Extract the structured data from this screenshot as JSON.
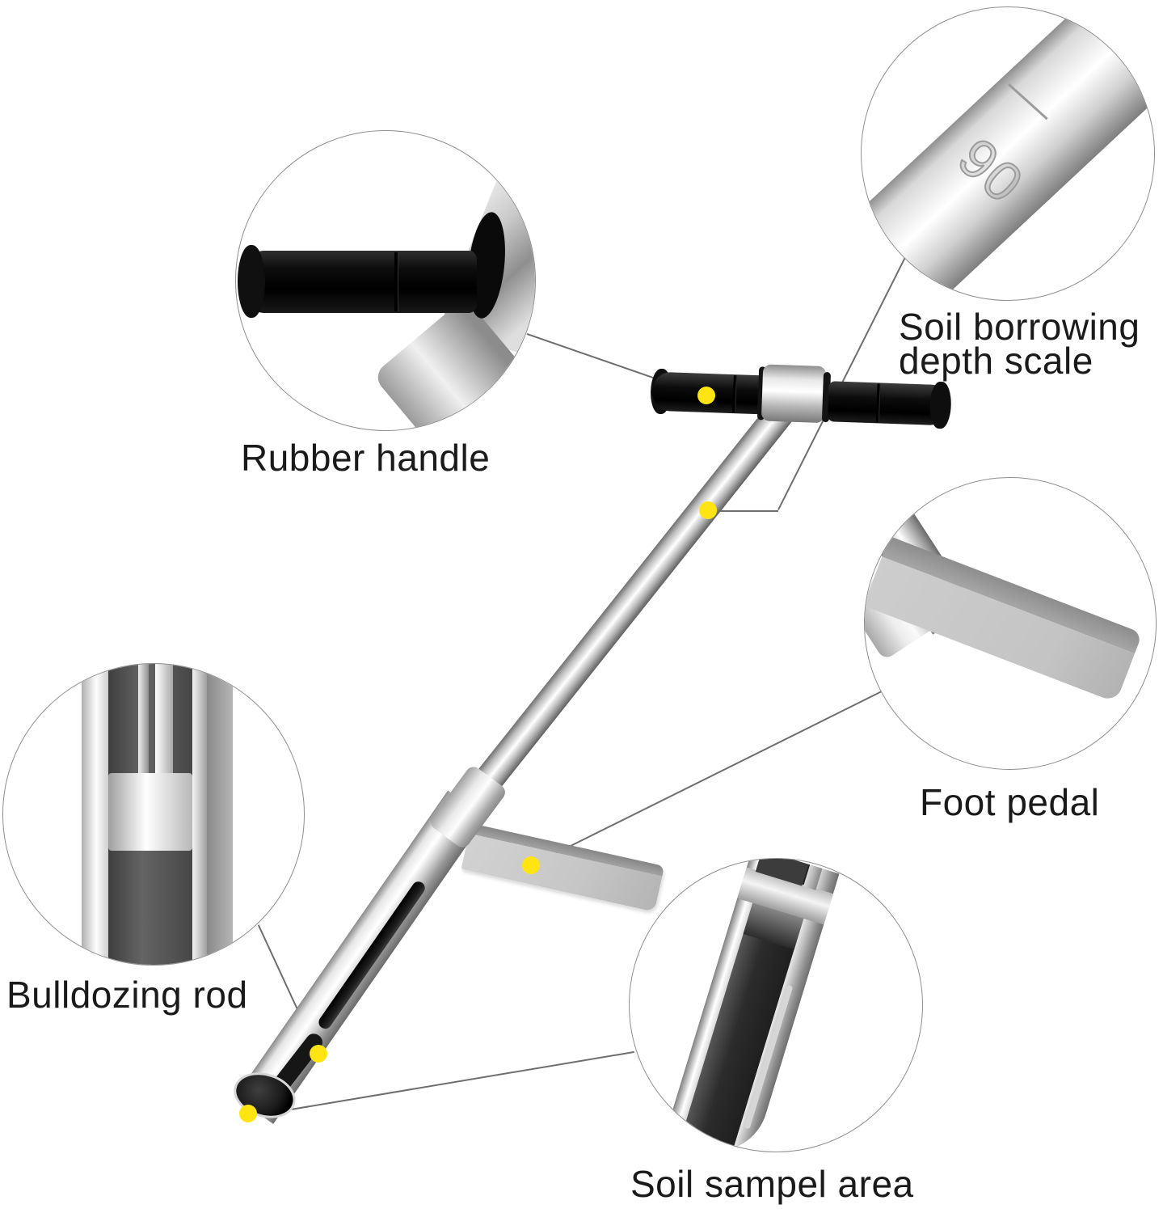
{
  "figure": {
    "type": "annotated-product-diagram",
    "subject": "stainless steel soil sampler probe with T-handle"
  },
  "callouts": {
    "rubber_handle": {
      "label": "Rubber handle"
    },
    "depth_scale": {
      "label_line1": "Soil borrowing",
      "label_line2": "depth scale",
      "engraving": "90"
    },
    "foot_pedal": {
      "label": "Foot pedal"
    },
    "bulldozing_rod": {
      "label": "Bulldozing rod"
    },
    "soil_sample": {
      "label": "Soil sampel area"
    }
  },
  "markers": {
    "count": 5,
    "parts": [
      "rubber-handle",
      "depth-scale-shaft",
      "foot-pedal",
      "bulldozing-rod-slot",
      "soil-sample-tip"
    ]
  },
  "colors": {
    "marker_yellow": "#ffe412",
    "label_text": "#1a1a1a",
    "leader_line": "#6e6e6e",
    "circle_border": "#8f8f8f",
    "background": "#ffffff"
  }
}
